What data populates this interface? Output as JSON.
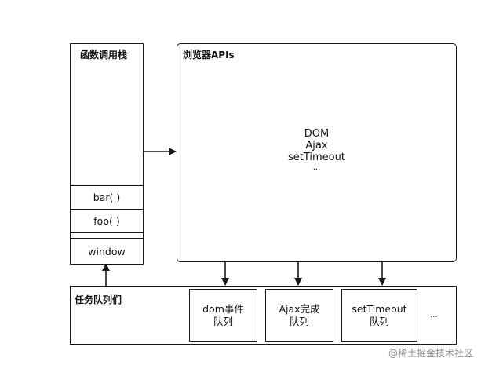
{
  "call_stack": {
    "title": "函数调用栈",
    "frames": [
      "bar( )",
      "foo( )",
      "window"
    ]
  },
  "browser_apis": {
    "title": "浏览器APIs",
    "items": [
      "DOM",
      "Ajax",
      "setTimeout",
      "..."
    ]
  },
  "task_queues": {
    "title": "任务队列们",
    "queues": [
      {
        "line1": "dom事件",
        "line2": "队列"
      },
      {
        "line1": "Ajax完成",
        "line2": "队列"
      },
      {
        "line1": "setTimeout",
        "line2": "队列"
      }
    ],
    "more": "..."
  },
  "watermark": "@稀土掘金技术社区"
}
